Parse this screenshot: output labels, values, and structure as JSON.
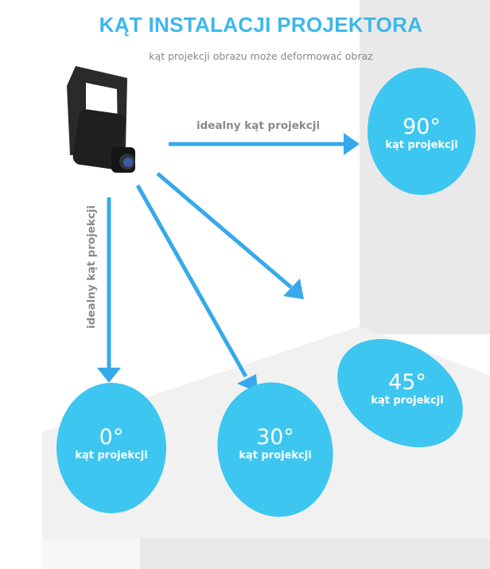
{
  "title": "KĄT INSTALACJI PROJEKTORA",
  "subtitle": "kąt projekcji obrazu może deformować obraz",
  "arrow_labels": {
    "horizontal": "idealny kąt projekcji",
    "vertical": "idealny kąt projekcji"
  },
  "badges": [
    {
      "angle": "90°",
      "label": "kąt projekcji"
    },
    {
      "angle": "0°",
      "label": "kąt projekcji"
    },
    {
      "angle": "30°",
      "label": "kąt projekcji"
    },
    {
      "angle": "45°",
      "label": "kąt projekcji"
    }
  ],
  "colors": {
    "accent": "#3cb8ea",
    "arrow": "#37a9ea",
    "badge": "#3dc6f0"
  }
}
